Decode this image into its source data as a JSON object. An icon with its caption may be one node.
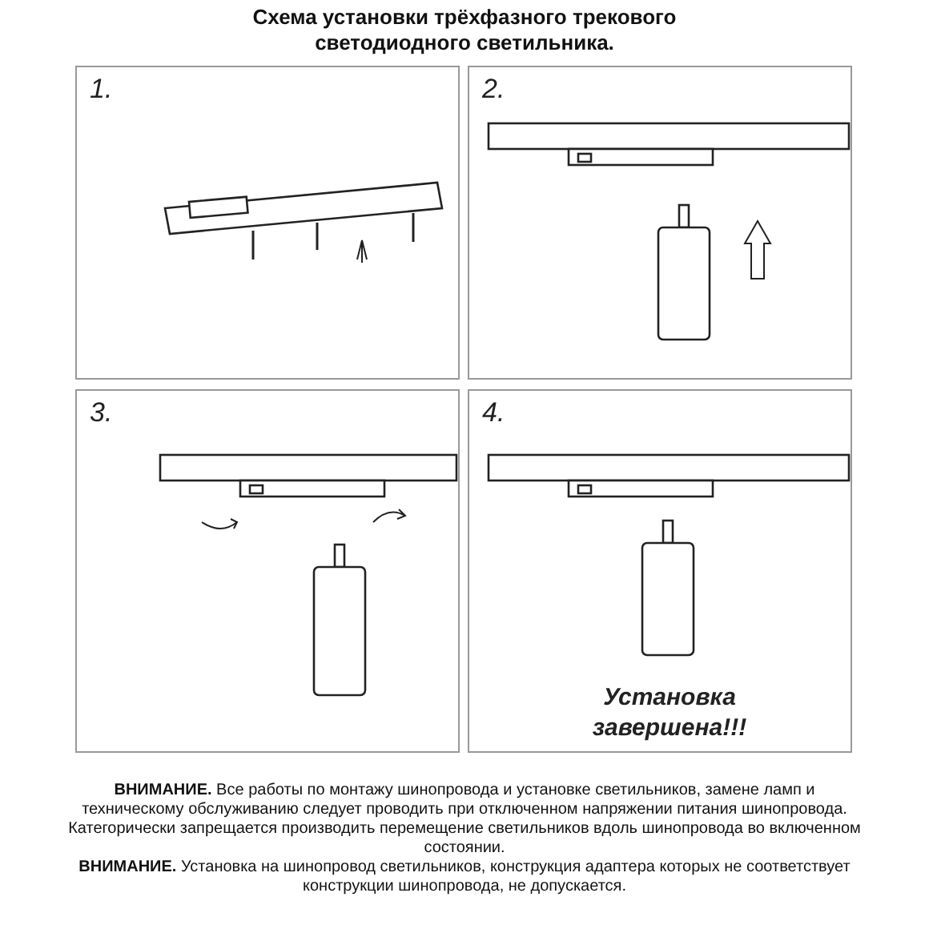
{
  "diagram": {
    "title": "Схема установки трёхфазного трекового светодиодного светильника.",
    "nodes": [
      {
        "text": [
          "1."
        ]
      },
      {
        "text": [
          "2."
        ]
      },
      {
        "text": [
          "3."
        ]
      },
      {
        "text": [
          "4.",
          "Установка завершена!!!"
        ]
      }
    ],
    "labels": [
      "**ВНИМАНИЕ.** Все работы по монтажу шинопровода и установке светильников, замене ламп и техническому обслуживанию следует проводить при отключенном напряжении питания шинопровода.",
      "Категорически запрещается производить перемещение светильников вдоль шинопровода во включенном состоянии.",
      "**ВНИМАНИЕ.** Установка на шинопровод светильников, конструкция адаптера которых не соответствует конструкции шинопровода, не допускается."
    ]
  }
}
